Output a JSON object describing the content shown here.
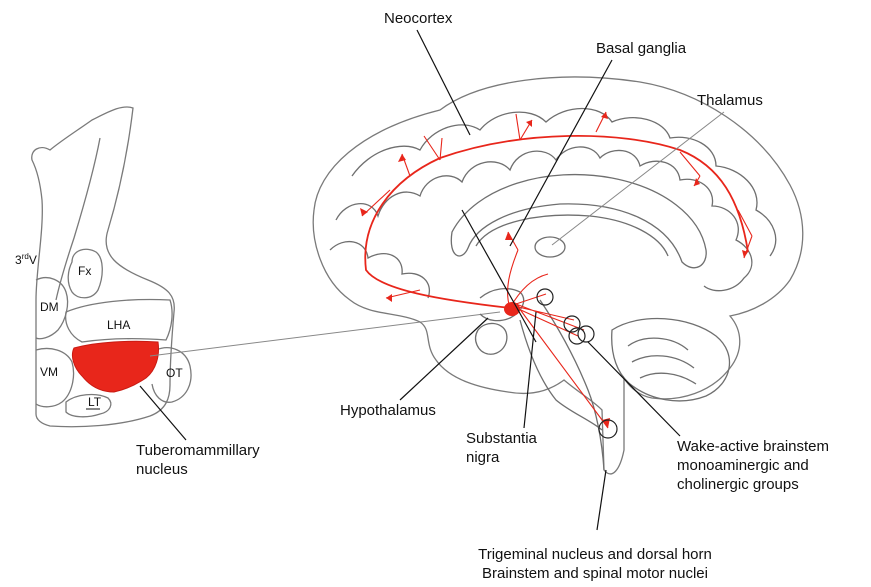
{
  "colors": {
    "projection": "#e8261b",
    "outline": "#7a7a7a",
    "text": "#111111"
  },
  "section": {
    "regions": [
      "3rdV",
      "Fx",
      "DM",
      "LHA",
      "VM",
      "OT",
      "LT"
    ],
    "third_ventricle": {
      "prefix": "3",
      "superscript": "rd",
      "suffix": "V"
    },
    "fornix": "Fx",
    "dorsomedial": "DM",
    "lateral_hypothalamic_area": "LHA",
    "ventromedial": "VM",
    "optic_tract": "OT",
    "lateral_tuberal": "LT"
  },
  "labels": {
    "neocortex": "Neocortex",
    "basal_ganglia": "Basal ganglia",
    "thalamus": "Thalamus",
    "hypothalamus": "Hypothalamus",
    "substantia_nigra_line1": "Substantia",
    "substantia_nigra_line2": "nigra",
    "tmn_line1": "Tuberomammillary",
    "tmn_line2": "nucleus",
    "wake_line1": "Wake-active brainstem",
    "wake_line2": "monoaminergic and",
    "wake_line3": "cholinergic groups",
    "trigeminal_line1": "Trigeminal nucleus and dorsal horn",
    "trigeminal_line2": "Brainstem and spinal motor nuclei"
  }
}
